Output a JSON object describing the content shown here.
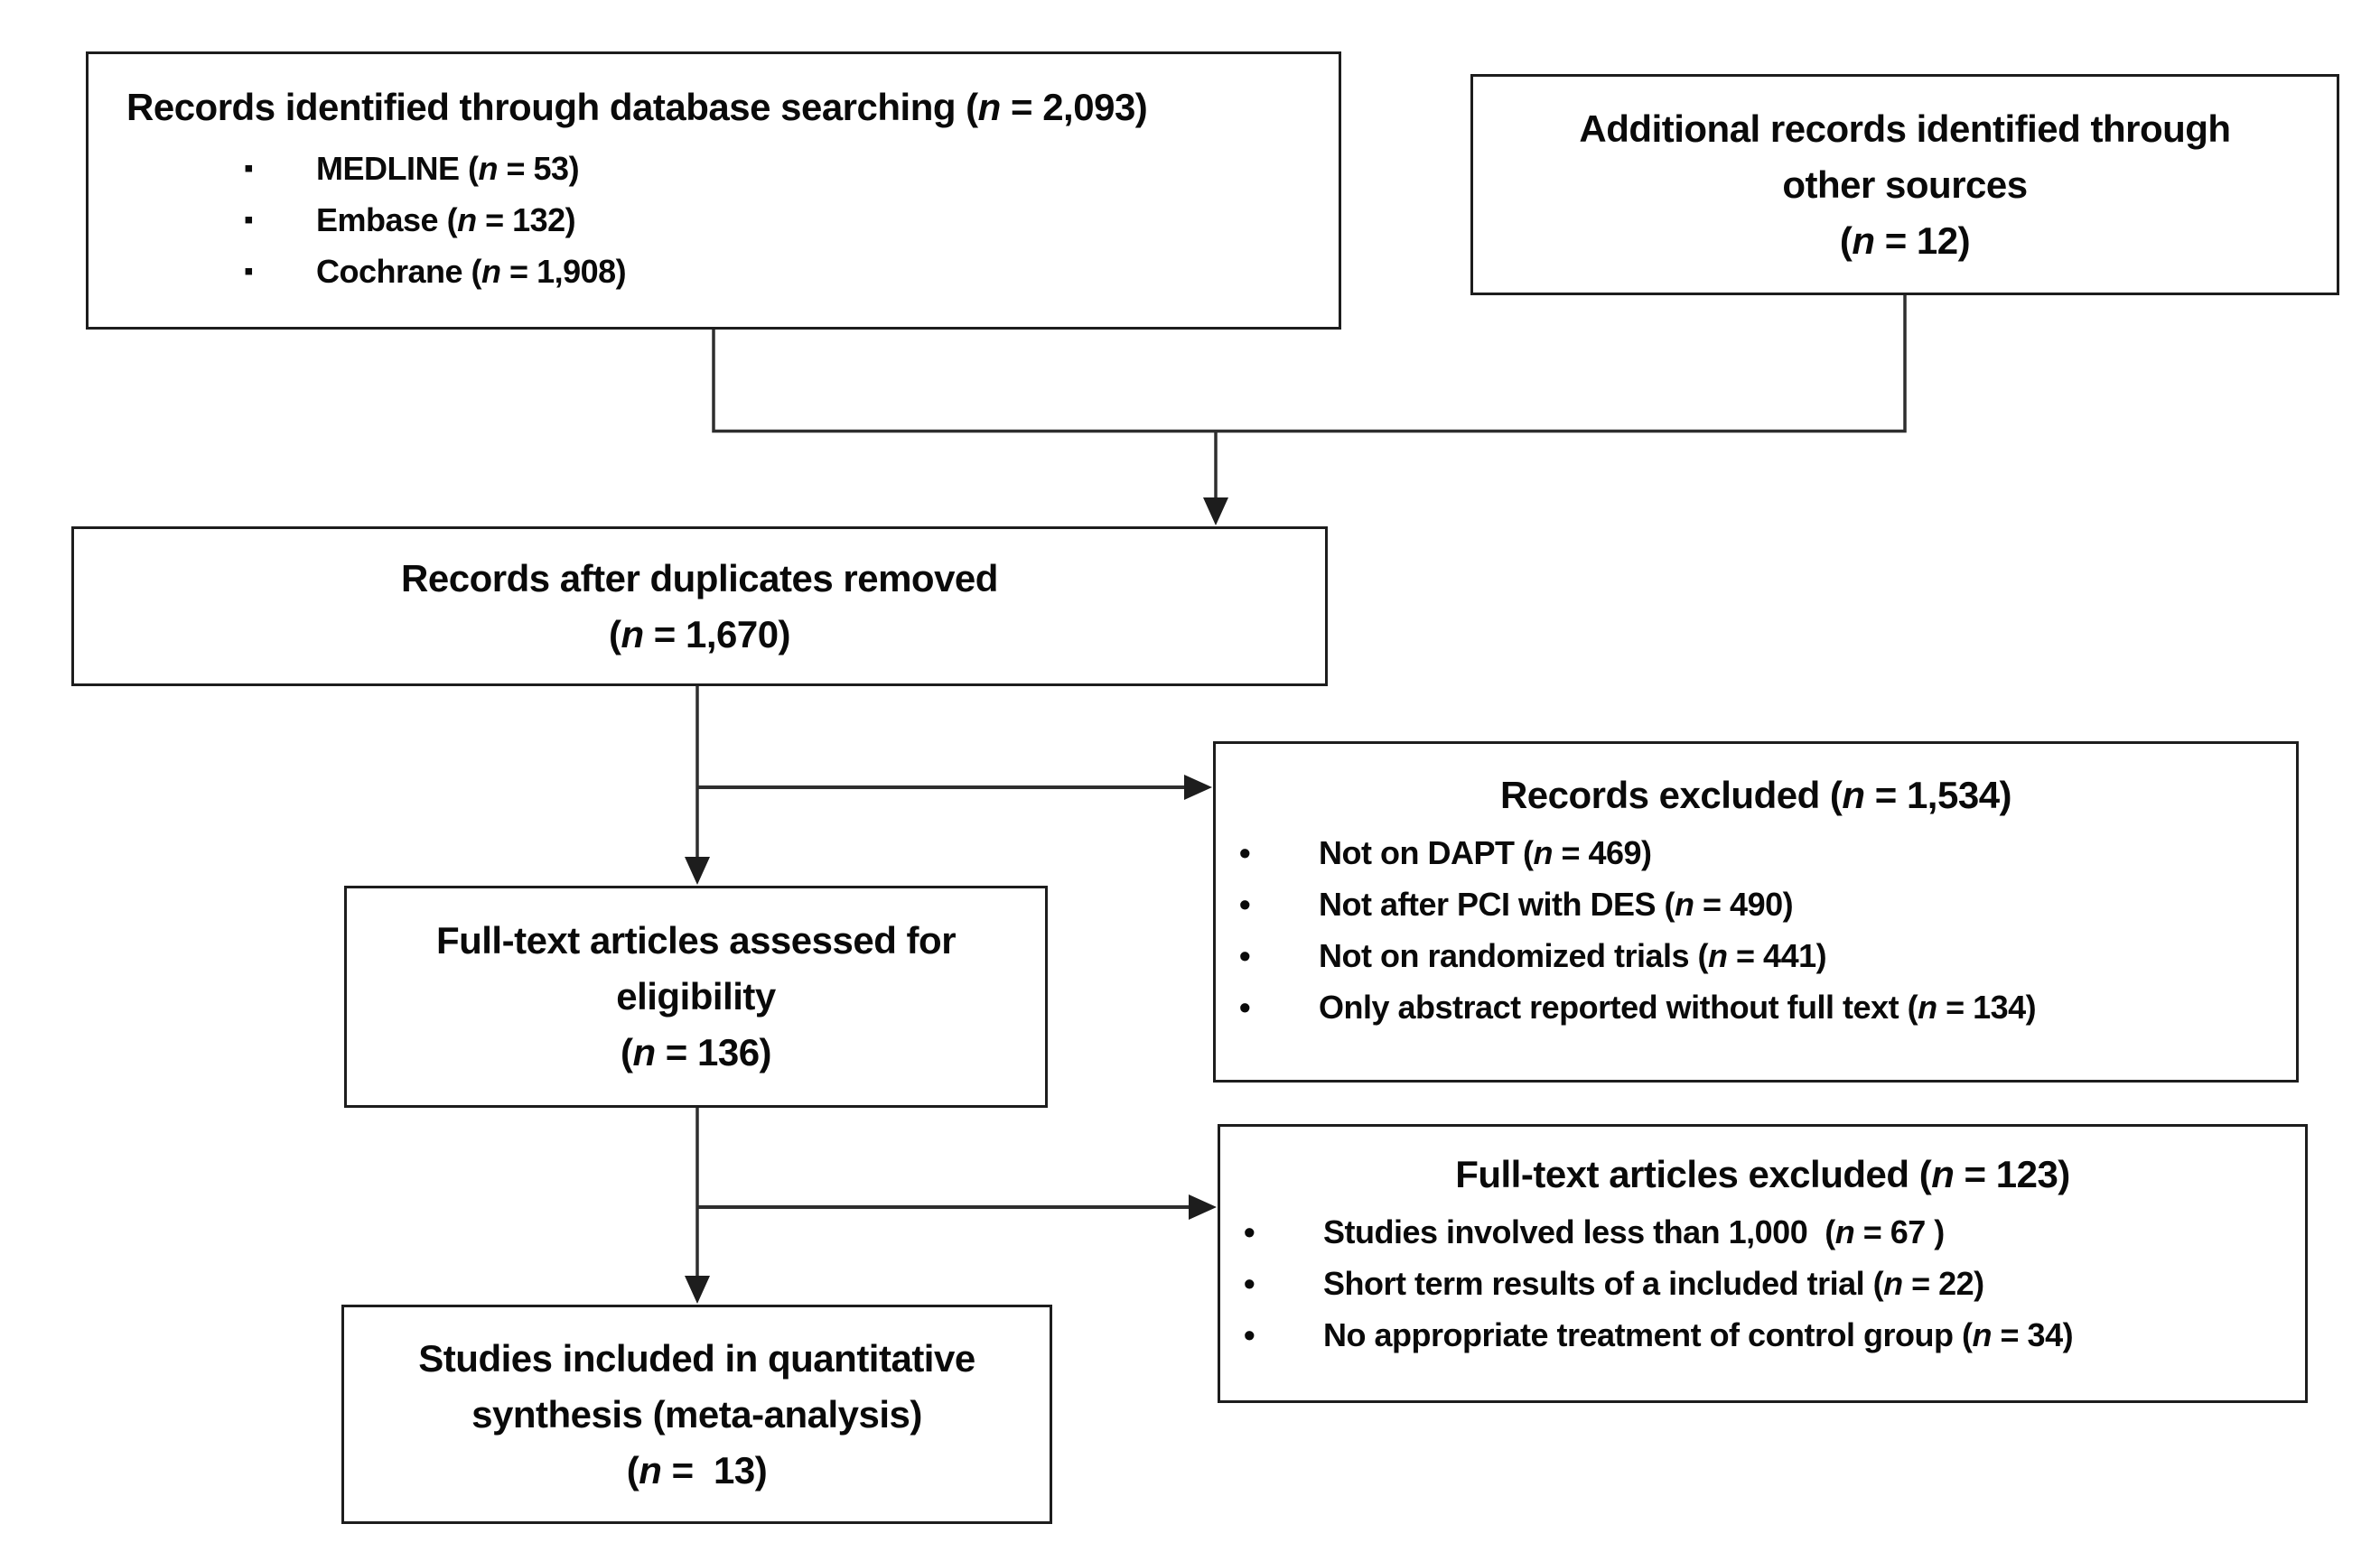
{
  "icons": {
    "bullet_square": "▪",
    "bullet_round": "•"
  },
  "colors": {
    "background": "#ffffff",
    "box_border": "#1d1d1d",
    "text": "#0a0a0a",
    "connector": "#2e2e2e"
  },
  "diagram": {
    "boxes": {
      "identified": {
        "title": "Records identified through database searching (*n* = 2,093)",
        "items": [
          "MEDLINE (*n* = 53)",
          "Embase (*n* = 132)",
          "Cochrane (*n* = 1,908)"
        ]
      },
      "additional": {
        "lines": [
          "Additional records identified through",
          "other sources",
          "(*n* = 12)"
        ]
      },
      "deduplicated": {
        "lines": [
          "Records after duplicates removed",
          "(*n* = 1,670)"
        ]
      },
      "records_excluded": {
        "title": "Records excluded (*n* = 1,534)",
        "items": [
          "Not on DAPT (*n* = 469)",
          "Not after PCI with DES (*n* = 490)",
          "Not on randomized trials (*n* = 441)",
          "Only abstract reported without full text (*n* = 134)"
        ]
      },
      "fulltext_assessed": {
        "lines": [
          "Full-text articles assessed for",
          "eligibility",
          "(*n* = 136)"
        ]
      },
      "fulltext_excluded": {
        "title": "Full-text articles excluded (*n* = 123)",
        "items": [
          "Studies involved less than 1,000  (*n* = 67 )",
          "Short term results of a included trial (*n* = 22)",
          "No appropriate treatment of control group (*n* = 34)"
        ]
      },
      "included": {
        "lines": [
          "Studies included in quantitative",
          "synthesis (meta-analysis)",
          "(*n* =  13)"
        ]
      }
    }
  }
}
